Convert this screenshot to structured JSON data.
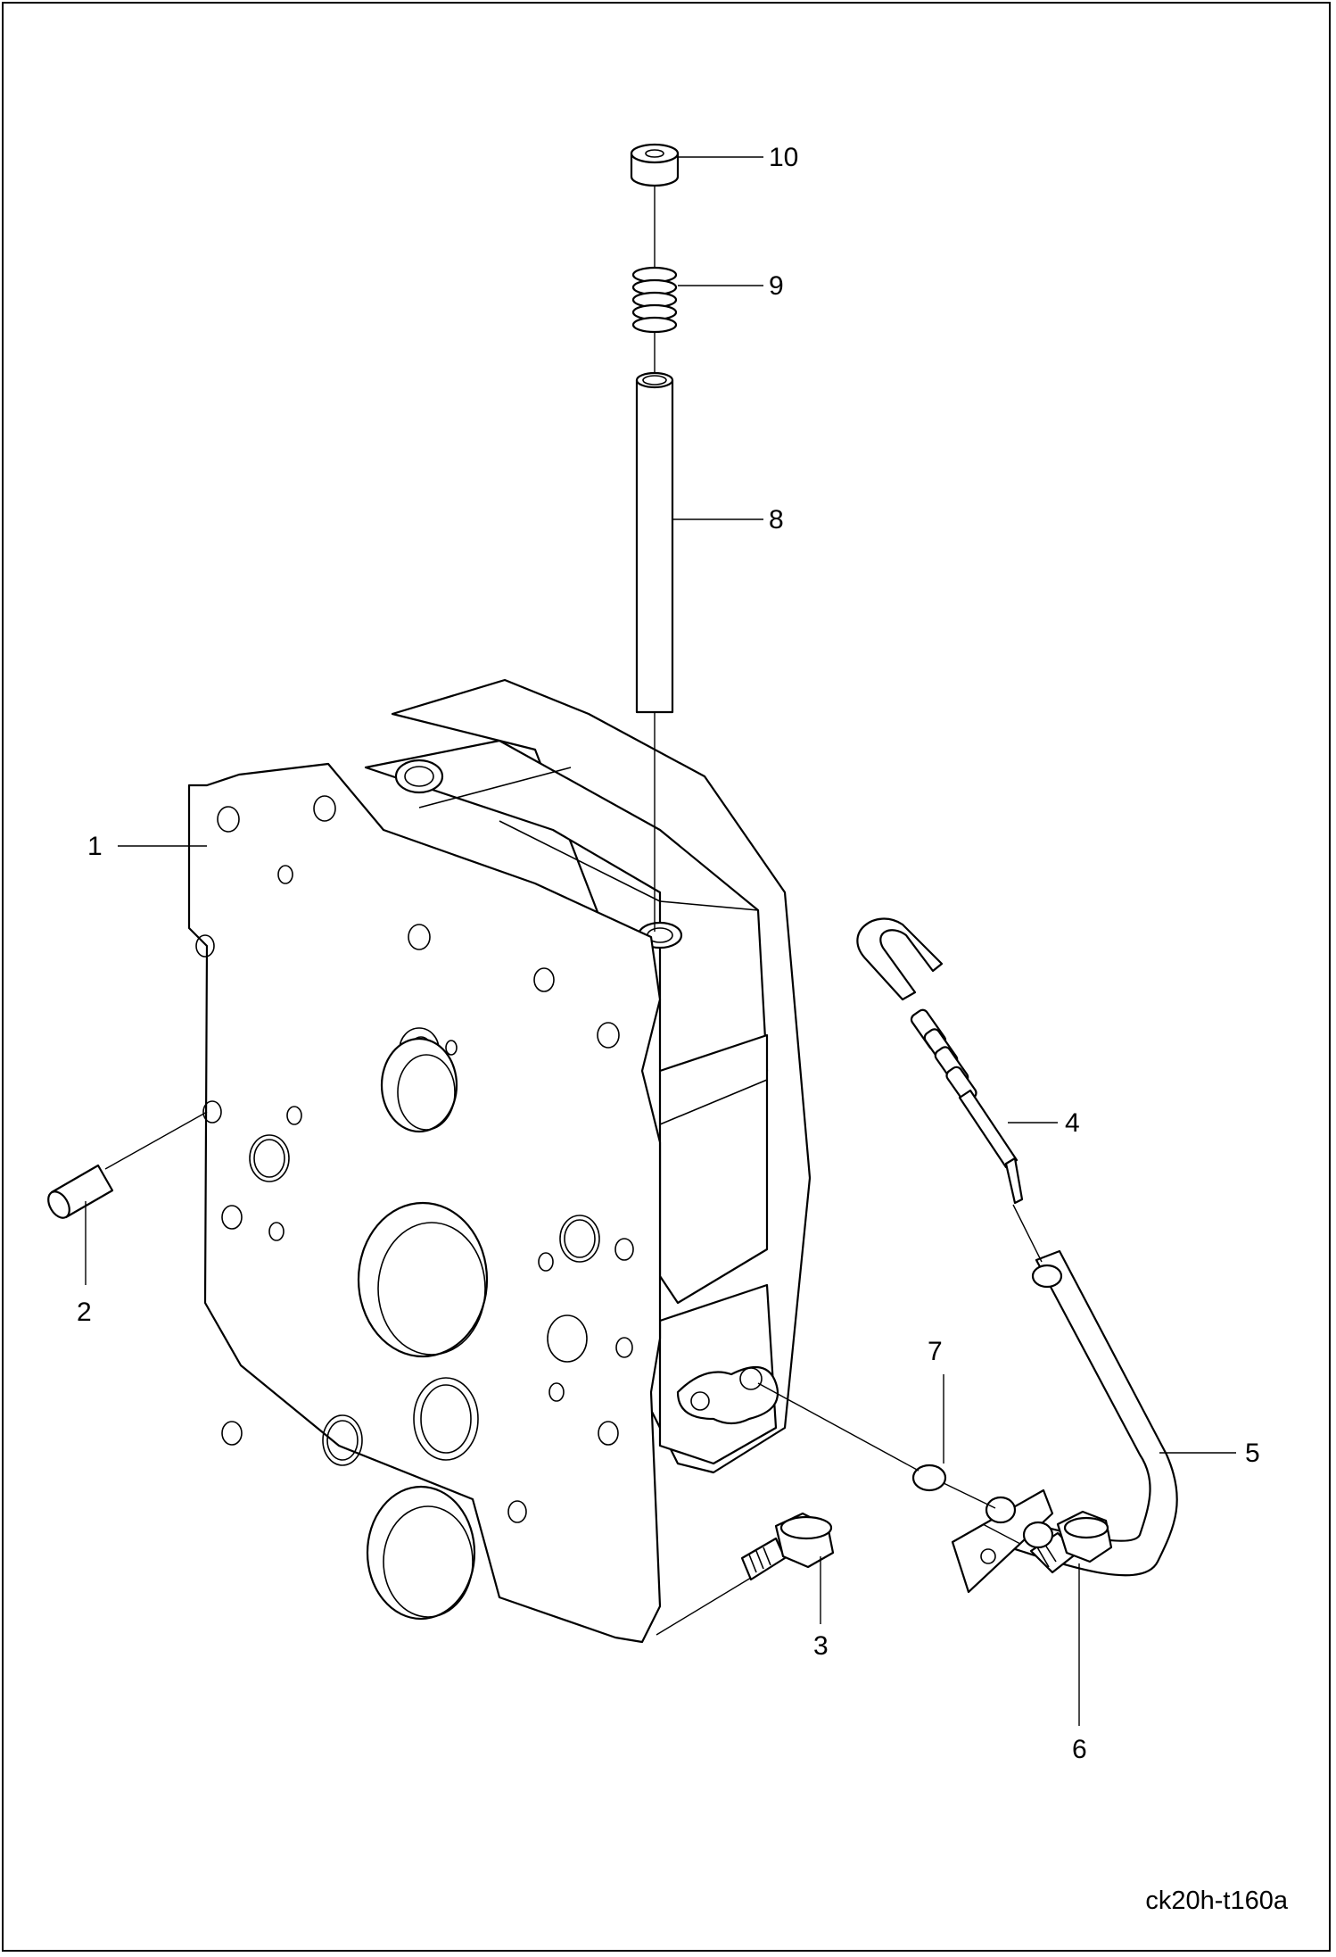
{
  "callouts": [
    {
      "id": "1",
      "label": "1"
    },
    {
      "id": "2",
      "label": "2"
    },
    {
      "id": "3",
      "label": "3"
    },
    {
      "id": "4",
      "label": "4"
    },
    {
      "id": "5",
      "label": "5"
    },
    {
      "id": "6",
      "label": "6"
    },
    {
      "id": "7",
      "label": "7"
    },
    {
      "id": "8",
      "label": "8"
    },
    {
      "id": "9",
      "label": "9"
    },
    {
      "id": "10",
      "label": "10"
    }
  ],
  "figure_code": "ck20h-t160a"
}
